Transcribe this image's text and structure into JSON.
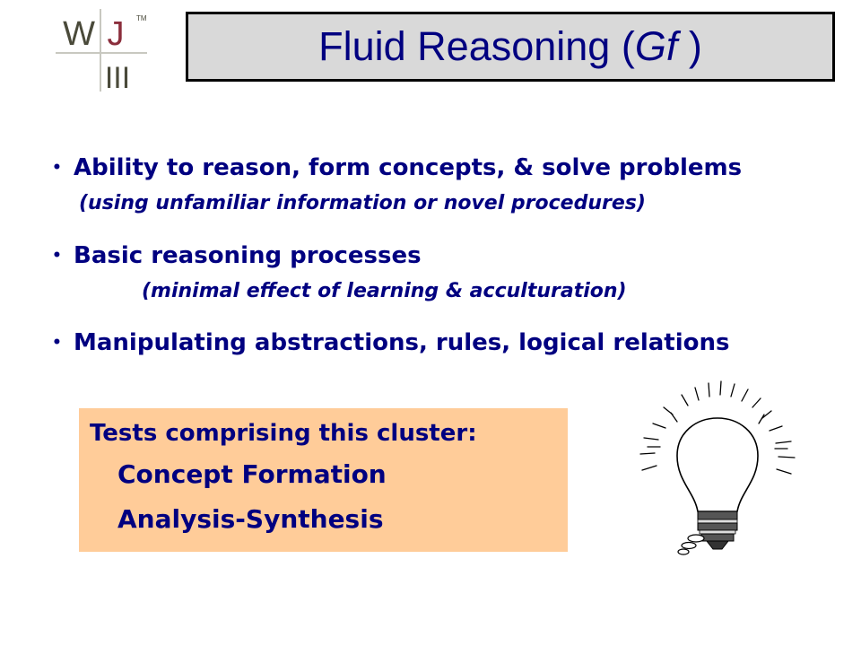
{
  "logo": {
    "left": "W",
    "right": "J",
    "trademark": "TM",
    "bottom": "III",
    "accent_color": "#8b2e3c",
    "text_color": "#4a4a3a"
  },
  "title": {
    "prefix": "Fluid Reasoning (",
    "italic": "Gf",
    "suffix": " )"
  },
  "bullets": [
    {
      "text": "Ability to reason, form concepts, & solve problems",
      "sub": "(using unfamiliar information or novel procedures)"
    },
    {
      "text": "Basic reasoning processes",
      "sub": "(minimal effect of learning & acculturation)"
    },
    {
      "text": "Manipulating abstractions, rules, logical relations"
    }
  ],
  "tests": {
    "heading": "Tests comprising this cluster:",
    "items": [
      "Concept Formation",
      "Analysis-Synthesis"
    ],
    "background": "#ffcc99"
  },
  "illustration": {
    "icon": "light-bulb-icon"
  },
  "colors": {
    "text": "#000080",
    "title_bg": "#d9d9d9"
  }
}
